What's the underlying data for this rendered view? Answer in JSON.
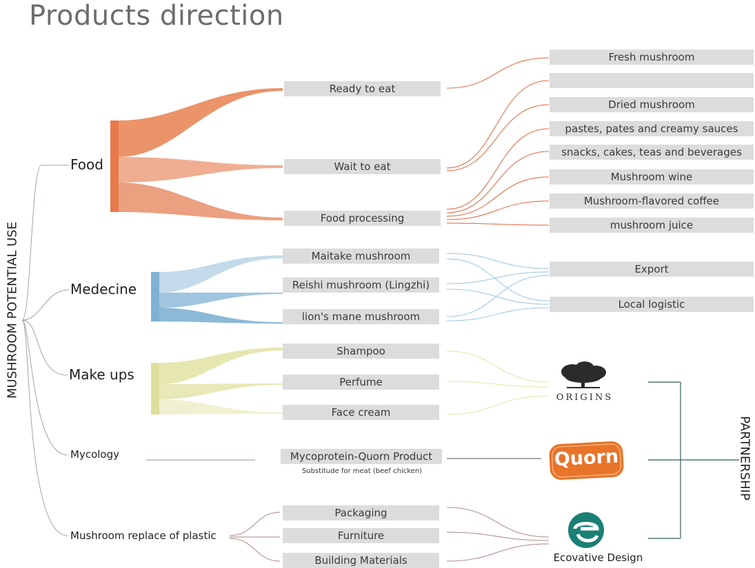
{
  "title": "Products direction",
  "vertical_label": "MUSHROOM POTENTIAL USE",
  "partnership_label": "PARTNERSHIP",
  "categories": {
    "food": "Food",
    "medecine": "Medecine",
    "makeups": "Make ups",
    "mycology": "Mycology",
    "plastic": "Mushroom replace of plastic"
  },
  "food_items": [
    "Ready to eat",
    "Wait to eat",
    "Food processing"
  ],
  "food_products": [
    "Fresh mushroom",
    "",
    "Dried mushroom",
    "pastes, pates and creamy sauces",
    "snacks, cakes, teas and beverages",
    "Mushroom wine",
    "Mushroom-flavored coffee",
    "mushroom juice"
  ],
  "medicine_items": [
    "Maitake mushroom",
    "Reishi mushroom (Lingzhi)",
    "lion's mane mushroom"
  ],
  "medicine_channels": [
    "Export",
    "Local logistic"
  ],
  "makeup_items": [
    "Shampoo",
    "Perfume",
    "Face cream"
  ],
  "mycology_item": "Mycoprotein-Quorn Product",
  "mycology_note": "Substitude for meat (beef chicken)",
  "plastic_items": [
    "Packaging",
    "Furniture",
    "Building Materials"
  ],
  "partners": {
    "origins": "ORIGINS",
    "quorn": "Quorn",
    "ecovative": "Ecovative Design"
  },
  "colors": {
    "food": "#e8794a",
    "medicine": "#7fb1d3",
    "makeups": "#dede9a",
    "plastic": "#a88a86",
    "partnership": "#2e5e5a",
    "quorn": "#e8742a",
    "ecovative": "#1a7f74"
  }
}
